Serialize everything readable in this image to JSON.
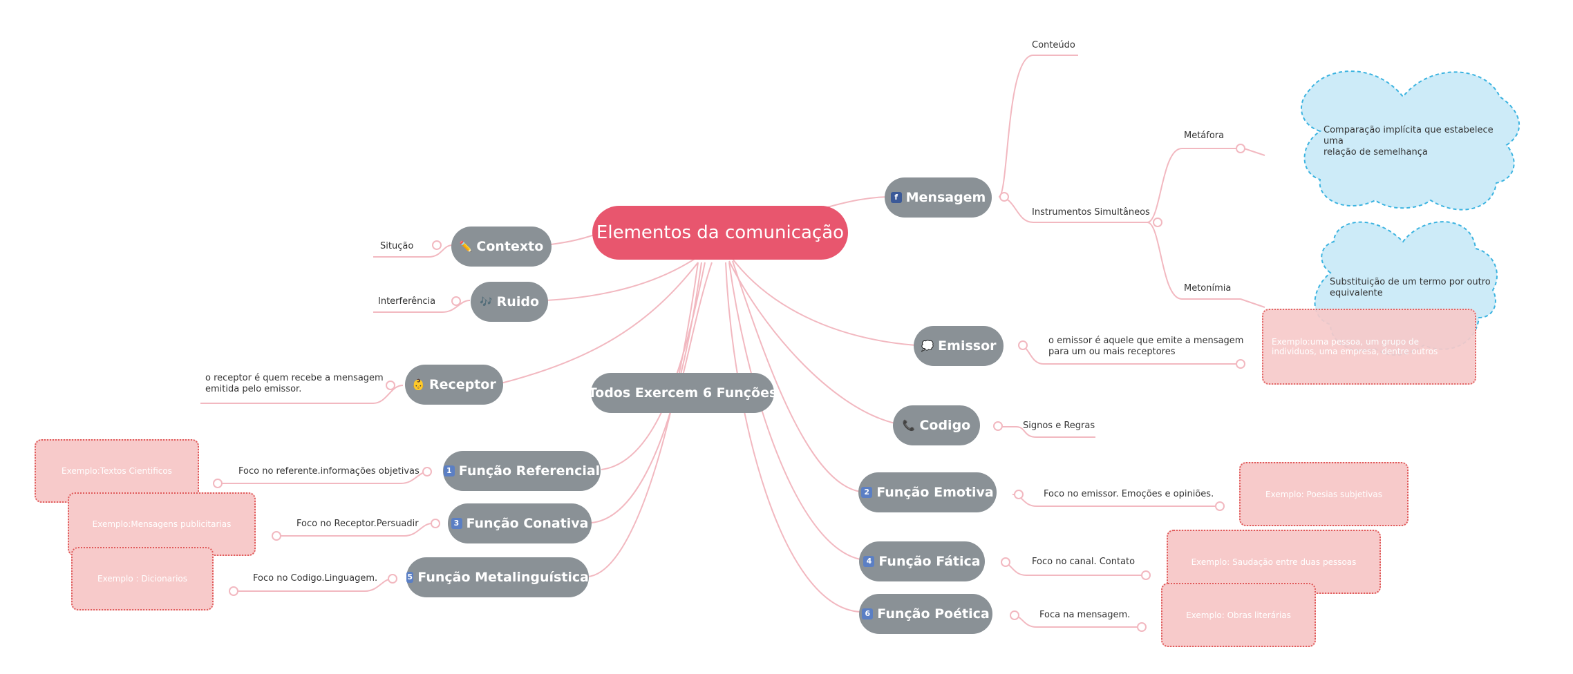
{
  "root": {
    "label": "Elementos da comunicação"
  },
  "hub": {
    "label": "Todos Exercem 6 Funções"
  },
  "topics": {
    "mensagem": "Mensagem",
    "contexto": "Contexto",
    "ruido": "Ruido",
    "receptor": "Receptor",
    "emissor": "Emissor",
    "codigo": "Codigo",
    "referencial": "Função Referencial",
    "conativa": "Função Conativa",
    "metalinguistica": "Função Metalinguística",
    "emotiva": "Função Emotiva",
    "fatica": "Função Fática",
    "poetica": "Função Poética"
  },
  "icons": {
    "mensagem": "f",
    "referencial": "1",
    "emotiva": "2",
    "conativa": "3",
    "fatica": "4",
    "metalinguistica": "5",
    "poetica": "6"
  },
  "subtopics": {
    "conteudo": "Conteúdo",
    "instrumentos": "Instrumentos Simultâneos",
    "metafora": "Metáfora",
    "metonimia": "Metonímia",
    "situcao": "Situção",
    "interferencia": "Interferência",
    "receptor_desc_1": "o receptor é quem recebe a mensagem",
    "receptor_desc_2": "emitida pelo emissor.",
    "emissor_desc_1": "o emissor é aquele que emite a mensagem",
    "emissor_desc_2": "para um ou mais receptores",
    "signos": "Signos e Regras",
    "foco_referente": "Foco no referente.informações objetivas",
    "foco_receptor": "Foco no Receptor.Persuadir",
    "foco_codigo": "Foco no Codigo.Linguagem.",
    "foco_emissor": "Foco no emissor. Emoções e opiniões.",
    "foco_canal": "Foco no canal. Contato",
    "foco_mensagem": "Foca na mensagem."
  },
  "clouds": {
    "metafora_1": "Comparação implícita que estabelece uma",
    "metafora_2": "relação de semelhança",
    "metonimia_1": "Substituição de um termo por outro",
    "metonimia_2": "equivalente"
  },
  "examples": {
    "textos": "Exemplo:Textos Cientificos",
    "mensagens": "Exemplo:Mensagens publicitarias",
    "dicionarios": "Exemplo : Dicionarios",
    "emissor_1": "Exemplo:uma pessoa, um grupo de",
    "emissor_2": "individuos, uma empresa, dentre outros",
    "poesias": "Exemplo: Poesias subjetivas",
    "saudacao": "Exemplo: Saudação entre duas pessoas",
    "obras": "Exemplo: Obras literárias"
  },
  "colors": {
    "root": "#e8566e",
    "topic": "#8a9196",
    "line": "#f2b8c0",
    "cloud_fill": "#cdebf8",
    "cloud_stroke": "#3bb3e0",
    "example_fill": "#f7caca",
    "example_border": "#e05a5a"
  }
}
